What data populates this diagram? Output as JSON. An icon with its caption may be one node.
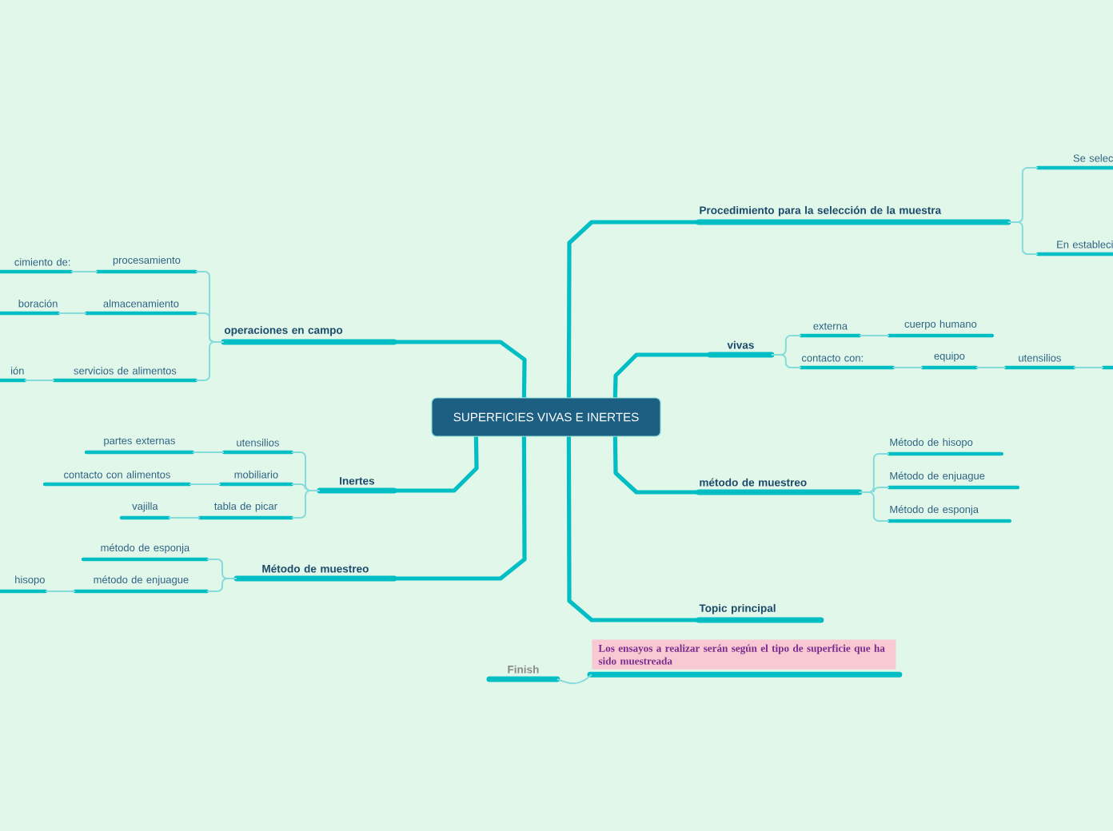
{
  "diagram": {
    "nodes": [
      {
        "text": [
          "SUPERFICIES VIVAS E INERTES"
        ]
      },
      {
        "text": [
          "operaciones en campo"
        ]
      },
      {
        "text": [
          "procesamiento"
        ]
      },
      {
        "text": [
          "almacenamiento"
        ]
      },
      {
        "text": [
          "servicios de alimentos"
        ]
      },
      {
        "text": [
          "cimiento de:"
        ]
      },
      {
        "text": [
          "boración"
        ]
      },
      {
        "text": [
          "ión"
        ]
      },
      {
        "text": [
          "Inertes"
        ]
      },
      {
        "text": [
          "utensilios"
        ]
      },
      {
        "text": [
          "mobiliario"
        ]
      },
      {
        "text": [
          "tabla de picar"
        ]
      },
      {
        "text": [
          "partes externas"
        ]
      },
      {
        "text": [
          "contacto con alimentos"
        ]
      },
      {
        "text": [
          "vajilla"
        ]
      },
      {
        "text": [
          "Método de muestreo"
        ]
      },
      {
        "text": [
          "método de esponja"
        ]
      },
      {
        "text": [
          "método de enjuague"
        ]
      },
      {
        "text": [
          "hisopo"
        ]
      },
      {
        "text": [
          "Procedimiento para la selección de la muestra"
        ]
      },
      {
        "text": [
          "Se selec"
        ]
      },
      {
        "text": [
          "En estableci"
        ]
      },
      {
        "text": [
          "vivas"
        ]
      },
      {
        "text": [
          "externa"
        ]
      },
      {
        "text": [
          "cuerpo humano"
        ]
      },
      {
        "text": [
          "contacto con:"
        ]
      },
      {
        "text": [
          "equipo"
        ]
      },
      {
        "text": [
          "utensilios"
        ]
      },
      {
        "text": [],
        "shape": "bar"
      },
      {
        "text": [
          "método de muestreo"
        ]
      },
      {
        "text": [
          "Método de hisopo"
        ]
      },
      {
        "text": [
          "Método de enjuague"
        ]
      },
      {
        "text": [
          "Método de esponja"
        ]
      },
      {
        "text": [
          "Topic principal"
        ]
      },
      {
        "text": [
          "Finish"
        ]
      },
      {
        "text": [
          "Los ensayos a realizar serán según el tipo de superficie que ha sido muestreada"
        ]
      }
    ],
    "edges": [
      {
        "from": 0,
        "to": 1,
        "arrow": "none",
        "style": "thick",
        "color": "#00bec4"
      },
      {
        "from": 1,
        "to": 2,
        "arrow": "none"
      },
      {
        "from": 1,
        "to": 3,
        "arrow": "none"
      },
      {
        "from": 1,
        "to": 4,
        "arrow": "none"
      },
      {
        "from": 2,
        "to": 5,
        "arrow": "none"
      },
      {
        "from": 3,
        "to": 6,
        "arrow": "none"
      },
      {
        "from": 4,
        "to": 7,
        "arrow": "none"
      },
      {
        "from": 0,
        "to": 8,
        "arrow": "none",
        "style": "thick",
        "color": "#00bec4"
      },
      {
        "from": 8,
        "to": 9,
        "arrow": "none"
      },
      {
        "from": 8,
        "to": 10,
        "arrow": "none"
      },
      {
        "from": 8,
        "to": 11,
        "arrow": "none"
      },
      {
        "from": 9,
        "to": 12,
        "arrow": "none"
      },
      {
        "from": 10,
        "to": 13,
        "arrow": "none"
      },
      {
        "from": 11,
        "to": 14,
        "arrow": "none"
      },
      {
        "from": 0,
        "to": 15,
        "arrow": "none",
        "style": "thick",
        "color": "#00bec4"
      },
      {
        "from": 15,
        "to": 16,
        "arrow": "none"
      },
      {
        "from": 15,
        "to": 17,
        "arrow": "none"
      },
      {
        "from": 17,
        "to": 18,
        "arrow": "none"
      },
      {
        "from": 0,
        "to": 19,
        "arrow": "none",
        "style": "thick",
        "color": "#00bec4"
      },
      {
        "from": 19,
        "to": 20,
        "arrow": "none"
      },
      {
        "from": 19,
        "to": 21,
        "arrow": "none"
      },
      {
        "from": 0,
        "to": 22,
        "arrow": "none",
        "style": "thick",
        "color": "#00bec4"
      },
      {
        "from": 22,
        "to": 23,
        "arrow": "none"
      },
      {
        "from": 22,
        "to": 25,
        "arrow": "none"
      },
      {
        "from": 23,
        "to": 24,
        "arrow": "none"
      },
      {
        "from": 25,
        "to": 26,
        "arrow": "none"
      },
      {
        "from": 26,
        "to": 27,
        "arrow": "none"
      },
      {
        "from": 27,
        "to": 28,
        "arrow": "none"
      },
      {
        "from": 0,
        "to": 29,
        "arrow": "none",
        "style": "thick",
        "color": "#00bec4"
      },
      {
        "from": 29,
        "to": 30,
        "arrow": "none"
      },
      {
        "from": 29,
        "to": 31,
        "arrow": "none"
      },
      {
        "from": 29,
        "to": 32,
        "arrow": "none"
      },
      {
        "from": 0,
        "to": 33,
        "arrow": "none",
        "style": "thick",
        "color": "#00bec4"
      },
      {
        "from": 34,
        "to": 35,
        "arrow": "none"
      }
    ]
  }
}
